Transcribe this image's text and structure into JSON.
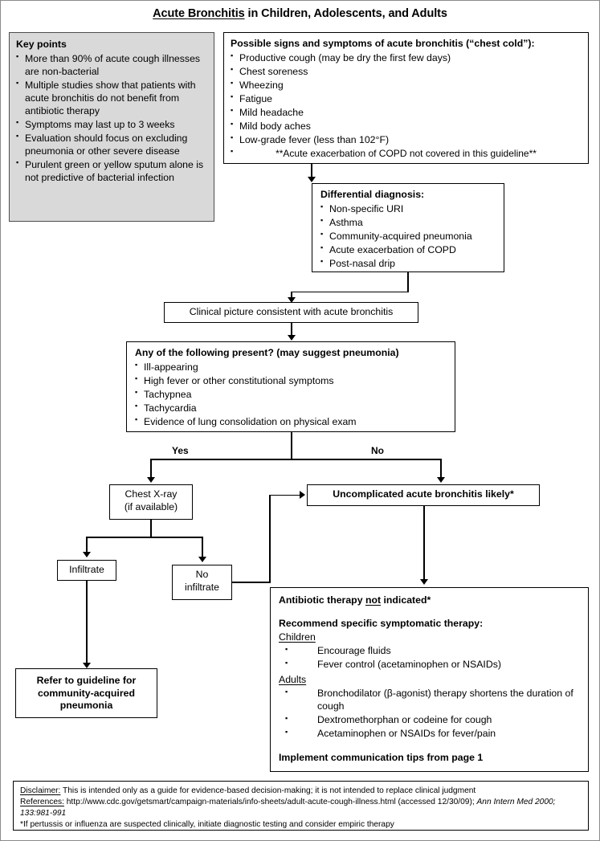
{
  "title": {
    "underlined": "Acute Bronchitis",
    "rest": " in Children, Adolescents, and Adults"
  },
  "key_points": {
    "heading": "Key points",
    "items": [
      "More than 90% of acute cough illnesses are non-bacterial",
      "Multiple studies show that patients with acute bronchitis do not benefit from antibiotic therapy",
      "Symptoms may last up to 3 weeks",
      "Evaluation should focus on excluding pneumonia or other severe disease",
      "Purulent green or yellow sputum alone is not predictive of bacterial infection"
    ]
  },
  "symptoms": {
    "heading": "Possible signs and symptoms of acute bronchitis (“chest cold”):",
    "items": [
      "Productive cough (may be dry the first few days)",
      "Chest soreness",
      "Wheezing",
      "Fatigue",
      "Mild headache",
      "Mild body aches",
      "Low-grade fever (less than 102°F)"
    ],
    "note": "**Acute exacerbation of COPD not covered in this guideline**"
  },
  "differential": {
    "heading": "Differential diagnosis:",
    "items": [
      "Non-specific URI",
      "Asthma",
      "Community-acquired pneumonia",
      "Acute exacerbation of COPD",
      "Post-nasal drip"
    ]
  },
  "clinical_picture": {
    "label": "Clinical picture consistent with acute bronchitis"
  },
  "decision": {
    "heading": "Any of the following present? (may suggest pneumonia)",
    "items": [
      "Ill-appearing",
      "High fever or other constitutional symptoms",
      "Tachypnea",
      "Tachycardia",
      "Evidence of lung consolidation on physical exam"
    ],
    "yes_label": "Yes",
    "no_label": "No"
  },
  "chest_xray": {
    "line1": "Chest X-ray",
    "line2": "(if available)"
  },
  "infiltrate": {
    "label": "Infiltrate"
  },
  "no_infiltrate": {
    "line1": "No",
    "line2": "infiltrate"
  },
  "refer": {
    "line1": "Refer to guideline for",
    "line2": "community-acquired",
    "line3": "pneumonia"
  },
  "uncomplicated": {
    "label": "Uncomplicated acute bronchitis likely*"
  },
  "antibiotic": {
    "heading_pre": "Antibiotic therapy ",
    "heading_underlined": "not",
    "heading_post": " indicated*",
    "recommend": "Recommend specific symptomatic therapy:",
    "children_label": "Children",
    "children_items": [
      "Encourage fluids",
      "Fever control (acetaminophen or NSAIDs)"
    ],
    "adults_label": "Adults",
    "adults_items": [
      "Bronchodilator (β-agonist) therapy shortens the duration of cough",
      "Dextromethorphan or codeine for cough",
      "Acetaminophen or NSAIDs for fever/pain"
    ],
    "footer": "Implement communication tips from page 1"
  },
  "footer": {
    "disclaimer_label": "Disclaimer:",
    "disclaimer_text": "  This is intended only as a guide for evidence-based decision-making; it is not intended to replace clinical judgment",
    "references_label": "References:",
    "references_text": "  http://www.cdc.gov/getsmart/campaign-materials/info-sheets/adult-acute-cough-illness.html (accessed 12/30/09); ",
    "references_italic": "Ann Intern Med 2000; 133:981-991",
    "note": "*If pertussis or influenza are suspected clinically, initiate diagnostic testing and consider empiric therapy"
  },
  "colors": {
    "key_points_bg": "#d9d9d9",
    "line": "#000000",
    "page_border": "#8a8a8a"
  }
}
